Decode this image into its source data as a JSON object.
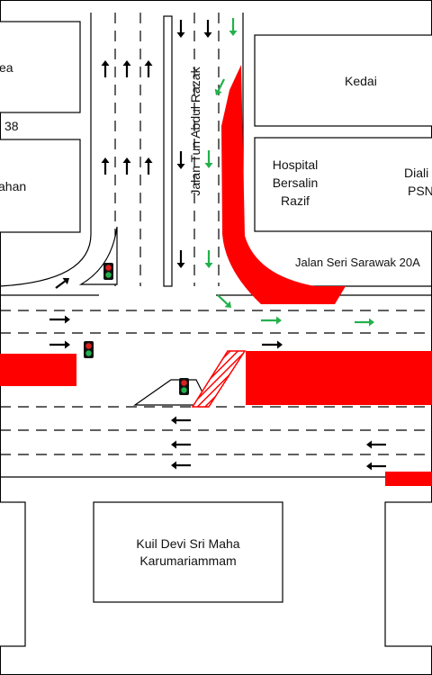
{
  "labels": {
    "top_left_building_1": "ea",
    "lot_number": "38",
    "top_left_building_2": "ahan",
    "road_vertical": "Jalan Tun Abdul Razak",
    "kedai": "Kedai",
    "hospital_line1": "Hospital",
    "hospital_line2": "Bersalin",
    "hospital_line3": "Razif",
    "dialisis_line1": "Diali",
    "dialisis_line2": "PSN",
    "road_horizontal": "Jalan Seri Sarawak 20A",
    "temple_line1": "Kuil Devi Sri Maha",
    "temple_line2": "Karumariammam"
  },
  "colors": {
    "road_line": "#000000",
    "congestion": "#ff0000",
    "flow_arrow_green": "#22b14c",
    "lane_arrow": "#000000",
    "signal_red": "#e02020",
    "signal_green": "#22b14c"
  },
  "icons": {
    "traffic_light": "traffic-light-icon",
    "lane_arrow": "lane-arrow-icon",
    "flow_arrow": "flow-arrow-icon"
  }
}
